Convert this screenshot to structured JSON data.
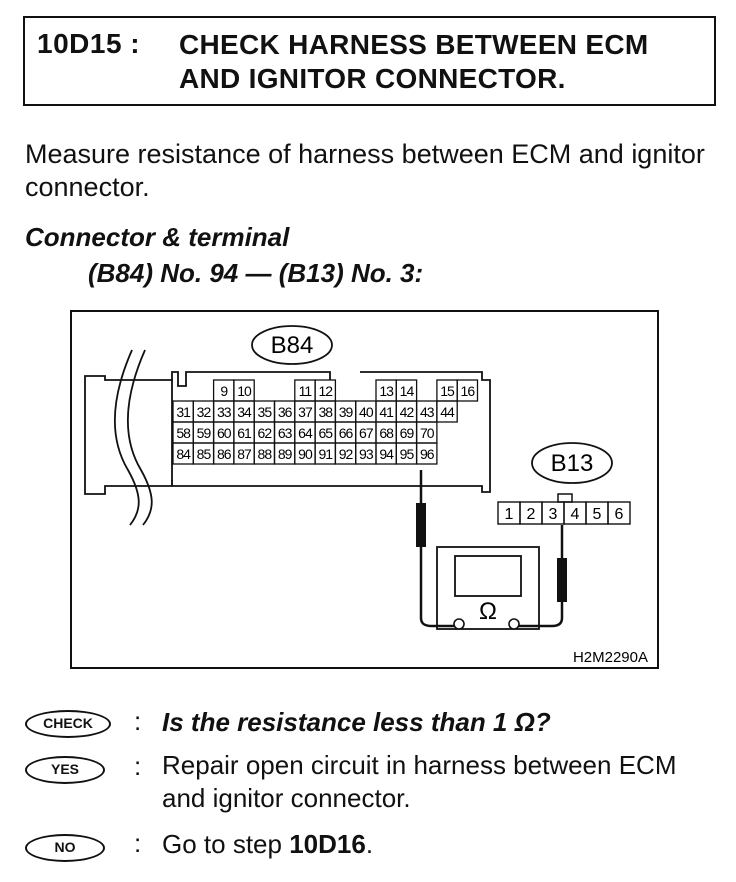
{
  "header": {
    "step_id": "10D15 :",
    "title_line1": "CHECK HARNESS BETWEEN ECM",
    "title_line2": "AND IGNITOR CONNECTOR."
  },
  "instruction": "Measure resistance of harness between ECM and ignitor connector.",
  "connector": {
    "heading": "Connector & terminal",
    "detail": "(B84) No. 94 — (B13) No. 3:"
  },
  "diagram": {
    "b84_label": "B84",
    "b13_label": "B13",
    "figure_code": "H2M2290A",
    "ohm_symbol": "Ω",
    "b84_row1": [
      "",
      "",
      "9",
      "10",
      "",
      "",
      "11",
      "12",
      "",
      "",
      "13",
      "14",
      "",
      "15",
      "16"
    ],
    "b84_row2": [
      "31",
      "32",
      "33",
      "34",
      "35",
      "36",
      "37",
      "38",
      "39",
      "40",
      "41",
      "42",
      "43",
      "44"
    ],
    "b84_row3": [
      "58",
      "59",
      "60",
      "61",
      "62",
      "63",
      "64",
      "65",
      "66",
      "67",
      "68",
      "69",
      "70"
    ],
    "b84_row4": [
      "84",
      "85",
      "86",
      "87",
      "88",
      "89",
      "90",
      "91",
      "92",
      "93",
      "94",
      "95",
      "96"
    ],
    "b13_pins": [
      "1",
      "2",
      "3",
      "4",
      "5",
      "6"
    ]
  },
  "check": {
    "badge": "CHECK",
    "colon": ":",
    "question": "Is the resistance less than 1 Ω?"
  },
  "yes": {
    "badge": "YES",
    "colon": ":",
    "text": "Repair open circuit in harness between ECM and ignitor connector."
  },
  "no": {
    "badge": "NO",
    "colon": ":",
    "text_prefix": "Go to step ",
    "text_step": "10D16",
    "text_suffix": "."
  }
}
